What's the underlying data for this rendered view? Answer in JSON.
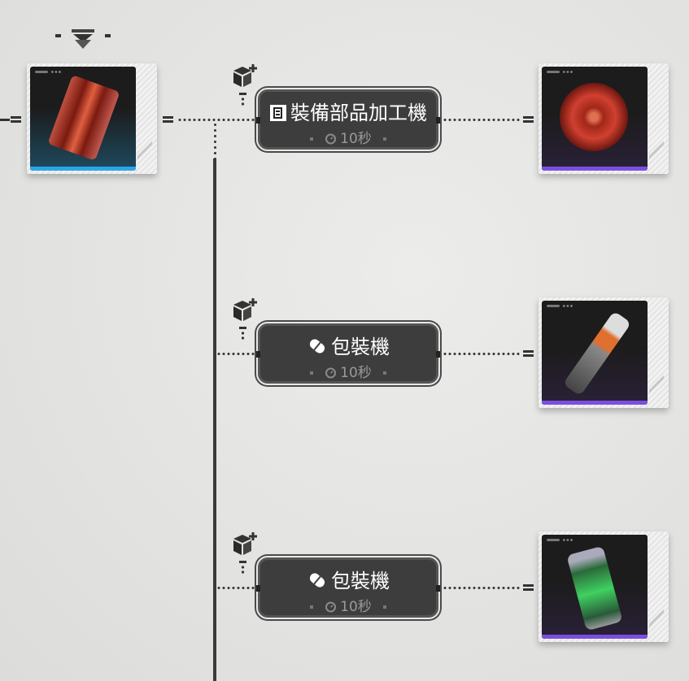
{
  "source": {
    "name": "source-item-card",
    "rarity_color": "#2aa6e8"
  },
  "recipes": [
    {
      "machine": "裝備部品加工機",
      "icon": "document-icon",
      "time": "10秒",
      "output_color": "#7a4fe0"
    },
    {
      "machine": "包裝機",
      "icon": "capsule-icon",
      "time": "10秒",
      "output_color": "#7a4fe0"
    },
    {
      "machine": "包裝機",
      "icon": "capsule-icon",
      "time": "10秒",
      "output_color": "#7a4fe0"
    }
  ]
}
